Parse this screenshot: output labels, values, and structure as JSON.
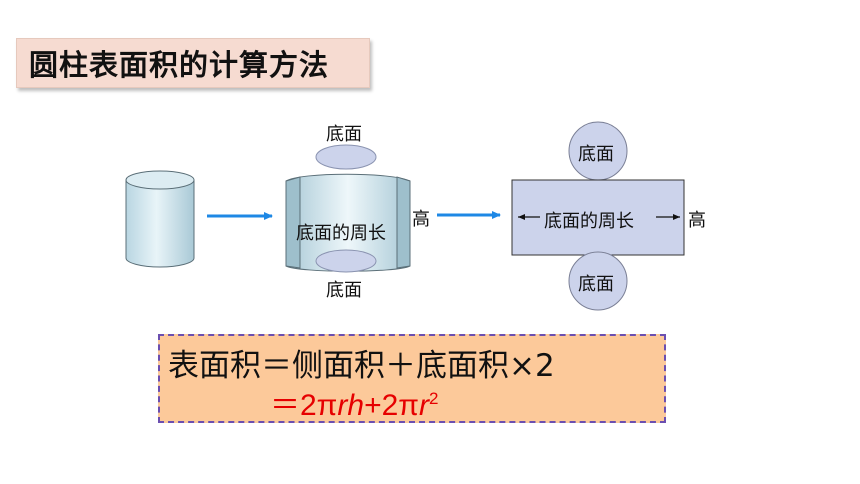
{
  "title": "圆柱表面积的计算方法",
  "labels": {
    "top_base": "底面",
    "bottom_base": "底面",
    "unrolled_circumference": "底面的周长",
    "unrolled_height": "高",
    "net_top_base": "底面",
    "net_bottom_base": "底面",
    "net_circumference": "底面的周长",
    "net_height": "高"
  },
  "formula": {
    "line1": "表面积＝侧面积＋底面积×2",
    "line2_prefix": "＝2π",
    "line2_r": "r",
    "line2_h": "h",
    "line2_mid": "+2π",
    "line2_r2": "r",
    "line2_exp": "2"
  },
  "colors": {
    "title_bg": "#f6dbd1",
    "arrow": "#1e88e5",
    "cylinder_fill": "#cfe6ef",
    "net_rect": "#ccd3eb",
    "base_ellipse": "#ccd3eb",
    "formula_bg": "#fcc99a",
    "formula_red": "#e60000"
  }
}
